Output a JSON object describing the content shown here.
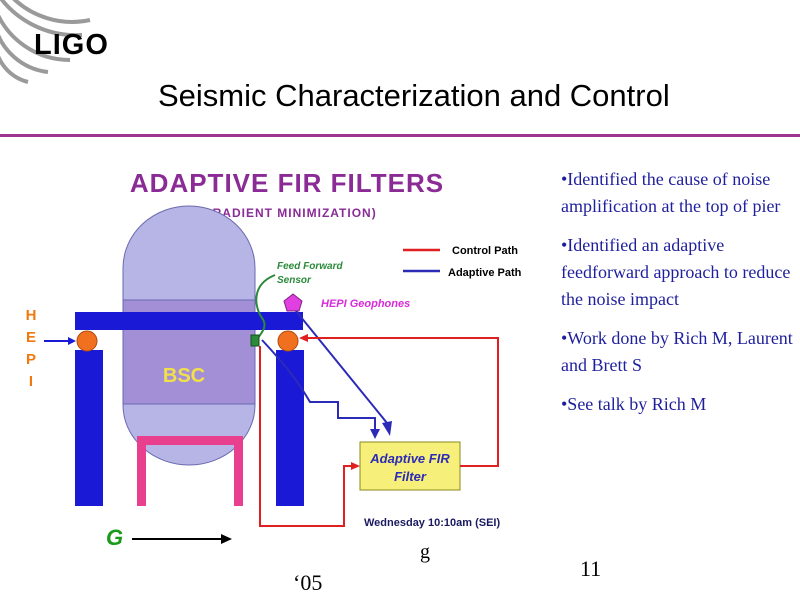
{
  "header": {
    "logo_text": "LIGO",
    "title": "Seismic Characterization and Control"
  },
  "diagram": {
    "heading": "ADAPTIVE FIR FILTERS",
    "subheading": "(GRADIENT MINIMIZATION)",
    "legend": {
      "control_path": "Control Path",
      "adaptive_path": "Adaptive Path"
    },
    "labels": {
      "feed_forward_line1": "Feed Forward",
      "feed_forward_line2": "Sensor",
      "hepi_geophones": "HEPI Geophones",
      "hepi_letters": [
        "H",
        "E",
        "P",
        "I"
      ],
      "chamber": "BSC",
      "filter_line1": "Adaptive FIR",
      "filter_line2": "Filter",
      "talk_time": "Wednesday 10:10am (SEI)",
      "ground": "G"
    },
    "colors": {
      "control_path": "#e02020",
      "adaptive_path": "#2b2bb8",
      "pier_blue": "#1a1ad6",
      "chamber_fill": "#b7b4e6",
      "chamber_band": "#a38fd6",
      "stand_pink": "#e8408e",
      "ball_orange": "#f07020",
      "filter_box": "#f6f07a",
      "heading_purple": "#8a2b96",
      "hepi_orange": "#f07a10",
      "label_magenta": "#d82ad8",
      "sensor_green": "#2a8a3a",
      "ground_green": "#1a9a1a"
    }
  },
  "bullets": [
    "•Identified the cause of noise amplification at the top of pier",
    "•Identified an adaptive feedforward approach to reduce the noise impact",
    "•Work done by Rich M, Laurent and Brett S",
    "•See talk by Rich M"
  ],
  "footer": {
    "year": "‘05",
    "cut_glyph": "g",
    "page_number": "11"
  }
}
